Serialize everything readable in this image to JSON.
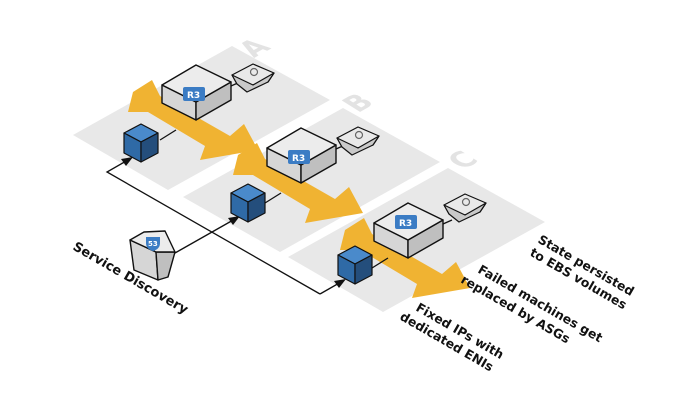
{
  "diagram": {
    "zones": [
      {
        "label": "A",
        "instance_badge": "R3"
      },
      {
        "label": "B",
        "instance_badge": "R3"
      },
      {
        "label": "C",
        "instance_badge": "R3"
      }
    ],
    "service_discovery": {
      "badge": "53",
      "label": "Service Discovery"
    },
    "annotations": {
      "state": [
        "State persisted",
        "to EBS volumes"
      ],
      "failed": [
        "Failed machines get",
        "replaced by ASGs"
      ],
      "fixed_ips": [
        "Fixed IPs with",
        "dedicated ENIs"
      ]
    },
    "colors": {
      "platform": "#e8e8e8",
      "arrow": "#f0b332",
      "eni_cube": "#2f6aa6",
      "badge": "#3b7cc4"
    }
  }
}
